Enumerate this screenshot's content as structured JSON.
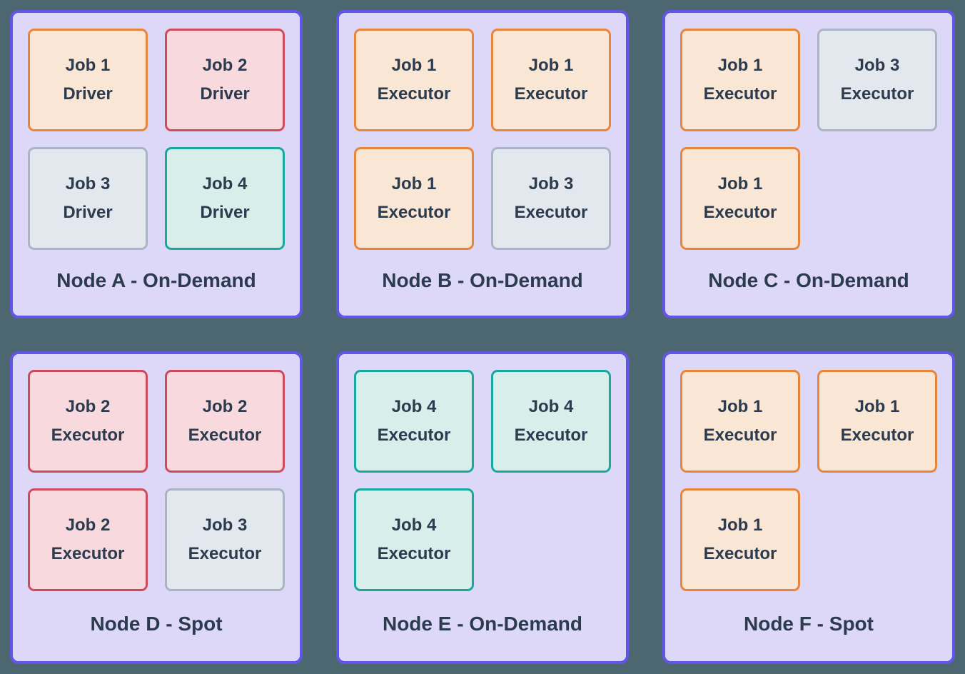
{
  "palette": {
    "page_background": "#4D6771",
    "node_border": "#6156E8",
    "node_fill": "#DDD8F8",
    "text": "#2C3B4E",
    "job1": {
      "border": "#E8853B",
      "fill": "#FAE6D4"
    },
    "job2": {
      "border": "#D04A5E",
      "fill": "#F7D9DE"
    },
    "job3": {
      "border": "#A9B4C4",
      "fill": "#E3E7EE"
    },
    "job4": {
      "border": "#1BA89C",
      "fill": "#D7EEEA"
    }
  },
  "nodes": [
    {
      "label": "Node A - On-Demand",
      "jobs": [
        {
          "title": "Job 1",
          "role": "Driver",
          "type": "job1"
        },
        {
          "title": "Job 2",
          "role": "Driver",
          "type": "job2"
        },
        {
          "title": "Job 3",
          "role": "Driver",
          "type": "job3"
        },
        {
          "title": "Job 4",
          "role": "Driver",
          "type": "job4"
        }
      ]
    },
    {
      "label": "Node B - On-Demand",
      "jobs": [
        {
          "title": "Job 1",
          "role": "Executor",
          "type": "job1"
        },
        {
          "title": "Job 1",
          "role": "Executor",
          "type": "job1"
        },
        {
          "title": "Job 1",
          "role": "Executor",
          "type": "job1"
        },
        {
          "title": "Job 3",
          "role": "Executor",
          "type": "job3"
        }
      ]
    },
    {
      "label": "Node C - On-Demand",
      "jobs": [
        {
          "title": "Job 1",
          "role": "Executor",
          "type": "job1"
        },
        {
          "title": "Job 3",
          "role": "Executor",
          "type": "job3"
        },
        {
          "title": "Job 1",
          "role": "Executor",
          "type": "job1"
        }
      ]
    },
    {
      "label": "Node D - Spot",
      "jobs": [
        {
          "title": "Job 2",
          "role": "Executor",
          "type": "job2"
        },
        {
          "title": "Job 2",
          "role": "Executor",
          "type": "job2"
        },
        {
          "title": "Job 2",
          "role": "Executor",
          "type": "job2"
        },
        {
          "title": "Job 3",
          "role": "Executor",
          "type": "job3"
        }
      ]
    },
    {
      "label": "Node E - On-Demand",
      "jobs": [
        {
          "title": "Job 4",
          "role": "Executor",
          "type": "job4"
        },
        {
          "title": "Job 4",
          "role": "Executor",
          "type": "job4"
        },
        {
          "title": "Job 4",
          "role": "Executor",
          "type": "job4"
        }
      ]
    },
    {
      "label": "Node F - Spot",
      "jobs": [
        {
          "title": "Job 1",
          "role": "Executor",
          "type": "job1"
        },
        {
          "title": "Job 1",
          "role": "Executor",
          "type": "job1"
        },
        {
          "title": "Job 1",
          "role": "Executor",
          "type": "job1"
        }
      ]
    }
  ]
}
